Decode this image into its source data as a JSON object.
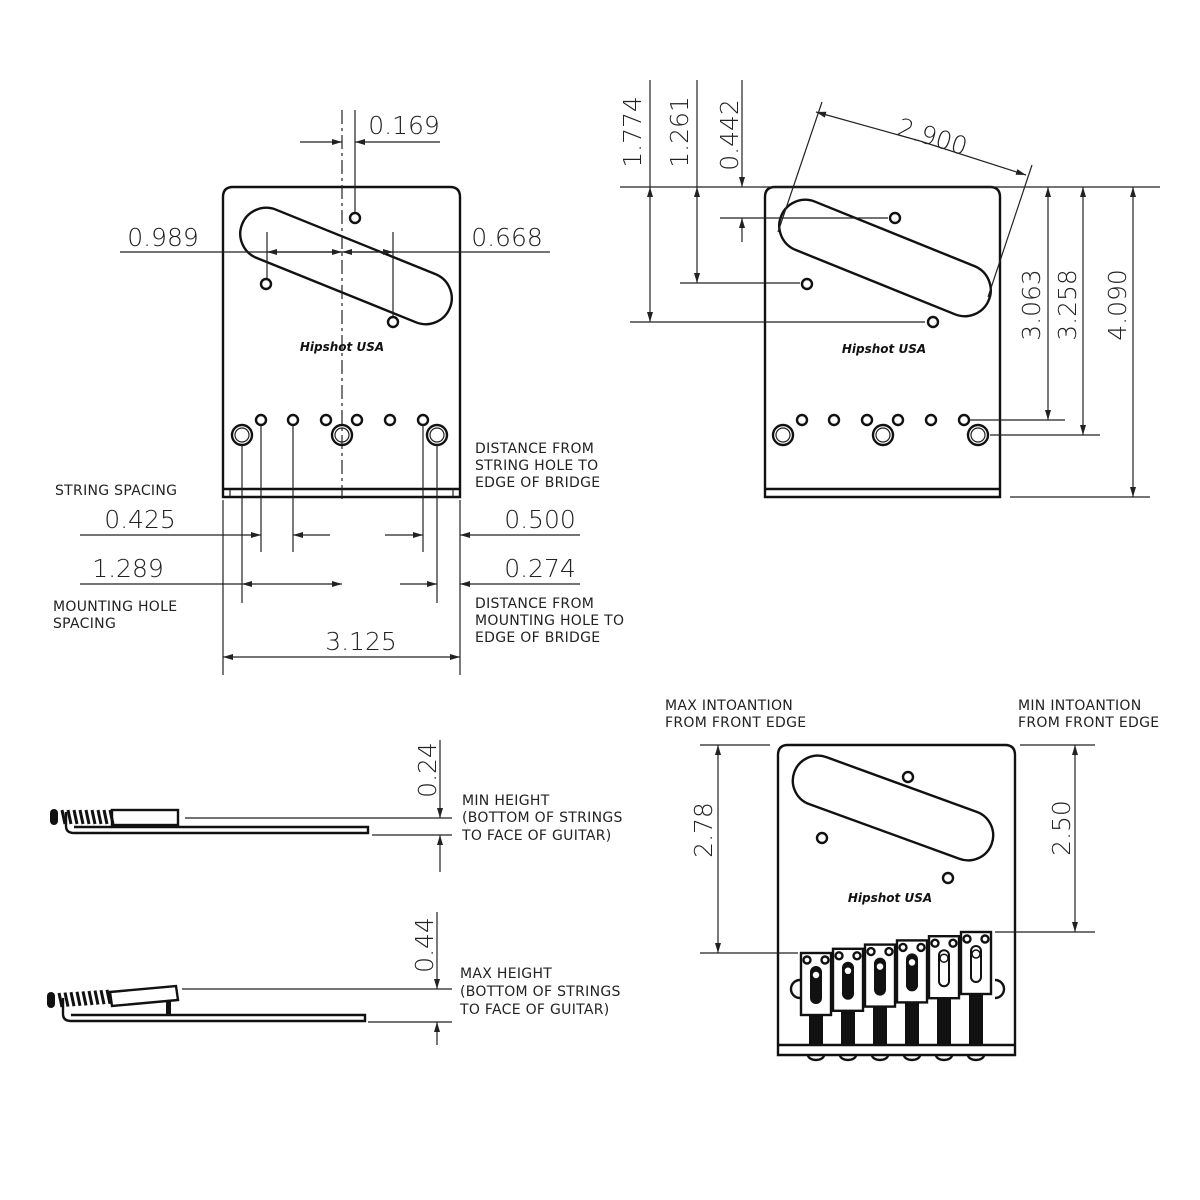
{
  "logo_text": "Hipshot USA",
  "top_left_view": {
    "dims": {
      "offset_center": "0.169",
      "left_offset": "0.989",
      "right_offset": "0.668",
      "string_spacing": "0.425",
      "string_edge": "0.500",
      "mount_spacing": "1.289",
      "mount_edge": "0.274",
      "width": "3.125"
    },
    "notes": {
      "string_spacing": "STRING SPACING",
      "mount_spacing": [
        "MOUNTING HOLE",
        "SPACING"
      ],
      "string_edge": [
        "DISTANCE FROM",
        "STRING HOLE TO",
        "EDGE OF BRIDGE"
      ],
      "mount_edge": [
        "DISTANCE FROM",
        "MOUNTING HOLE TO",
        "EDGE OF BRIDGE"
      ]
    }
  },
  "top_right_view": {
    "dims": {
      "d1": "1.774",
      "d2": "1.261",
      "d3": "0.442",
      "slot_length": "2.900",
      "d4": "3.063",
      "d5": "3.258",
      "length": "4.090"
    }
  },
  "side_views": {
    "min": {
      "value": "0.24",
      "note": [
        "MIN HEIGHT",
        "(BOTTOM OF STRINGS",
        "TO FACE OF GUITAR)"
      ]
    },
    "max": {
      "value": "0.44",
      "note": [
        "MAX HEIGHT",
        "(BOTTOM OF STRINGS",
        "TO FACE OF GUITAR)"
      ]
    }
  },
  "saddle_view": {
    "max_value": "2.78",
    "min_value": "2.50",
    "max_note": [
      "MAX INTOANTION",
      "FROM FRONT EDGE"
    ],
    "min_note": [
      "MIN INTOANTION",
      "FROM FRONT EDGE"
    ]
  }
}
